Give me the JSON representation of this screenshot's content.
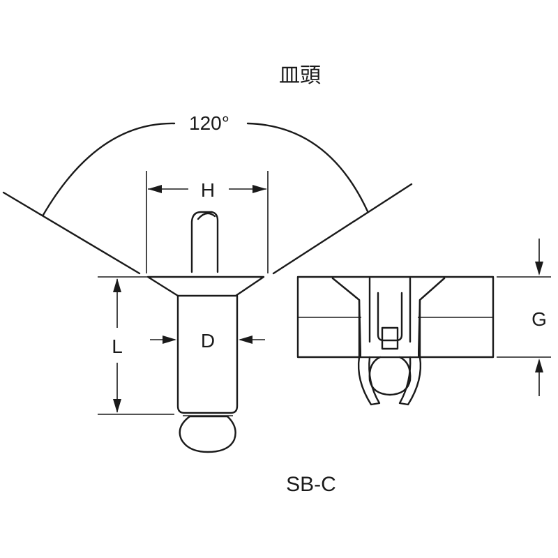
{
  "diagram": {
    "head_type_label": "皿頭",
    "angle_label": "120°",
    "dim_H": "H",
    "dim_D": "D",
    "dim_L": "L",
    "dim_G": "G",
    "model_label": "SB-C"
  }
}
